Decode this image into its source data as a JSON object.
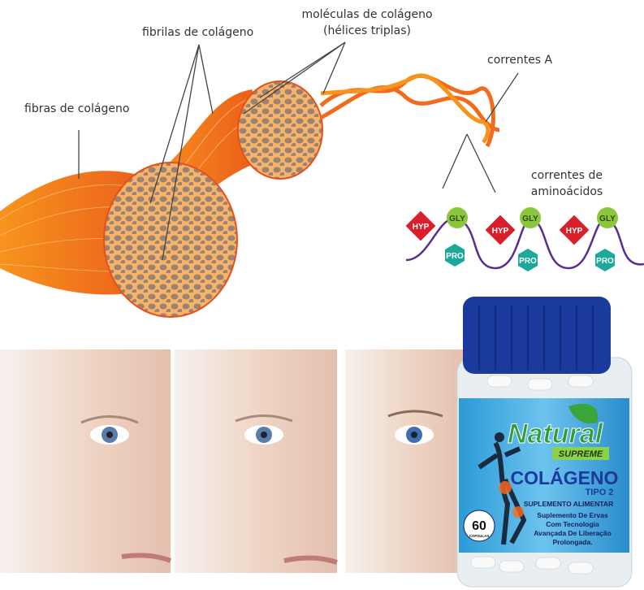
{
  "diagram": {
    "labels": {
      "fibers": "fibras de colágeno",
      "fibrils": "fibrilas de colágeno",
      "molecules_line1": "moléculas de colágeno",
      "molecules_line2": "(hélices triplas)",
      "chains_a": "correntes A",
      "amino_line1": "correntes de",
      "amino_line2": "aminoácidos"
    },
    "amino_acids": {
      "hyp": "HYP",
      "gly": "GLY",
      "pro": "PRO"
    },
    "colors": {
      "fiber": "#f26b1d",
      "hyp": "#d81f2a",
      "gly": "#8cc63f",
      "pro": "#1aa99a",
      "chain": "#5a2d91"
    }
  },
  "product": {
    "brand": "Natural",
    "brand_sub": "SUPREME",
    "name": "COLÁGENO",
    "type": "TIPO 2",
    "category": "SUPLEMENTO ALIMENTAR",
    "desc_line1": "Suplemento De Ervas",
    "desc_line2": "Com Tecnologia",
    "desc_line3": "Avançada De Liberação",
    "desc_line4": "Prolongada.",
    "count": "60",
    "count_unit": "CÁPSULAS"
  }
}
